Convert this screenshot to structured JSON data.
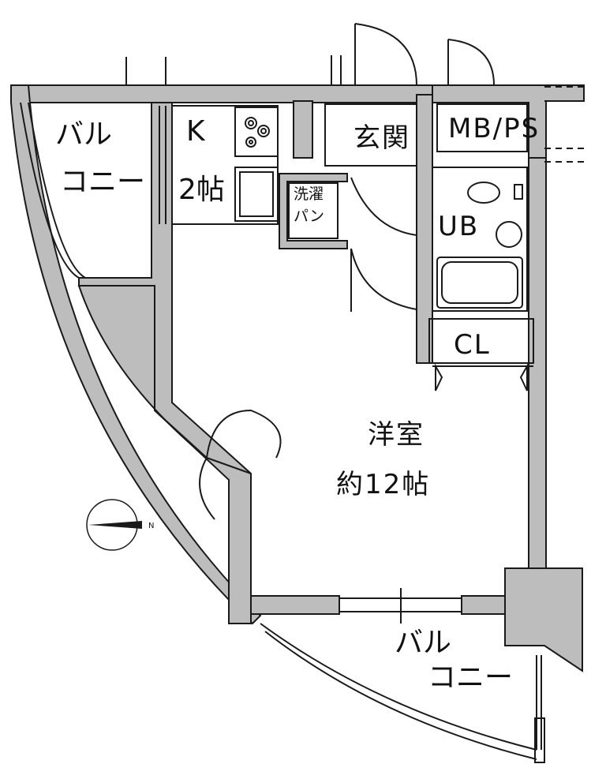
{
  "colors": {
    "wall_fill": "#bdbdbd",
    "line": "#1a1a1a",
    "background": "#ffffff"
  },
  "rooms": {
    "balcony_left": {
      "line1": "バル",
      "line2": "コニー"
    },
    "kitchen": {
      "name": "K",
      "size": "2帖"
    },
    "laundry": {
      "line1": "洗濯",
      "line2": "パン"
    },
    "entrance": {
      "name": "玄関"
    },
    "mbps": {
      "name": "MB/PS"
    },
    "bath": {
      "name": "UB"
    },
    "closet": {
      "name": "CL"
    },
    "western_room": {
      "name": "洋室",
      "size": "約12帖"
    },
    "balcony_bottom": {
      "line1": "バル",
      "line2": "コニー"
    }
  },
  "compass": {
    "north_label": "N",
    "icon": "compass-icon"
  }
}
